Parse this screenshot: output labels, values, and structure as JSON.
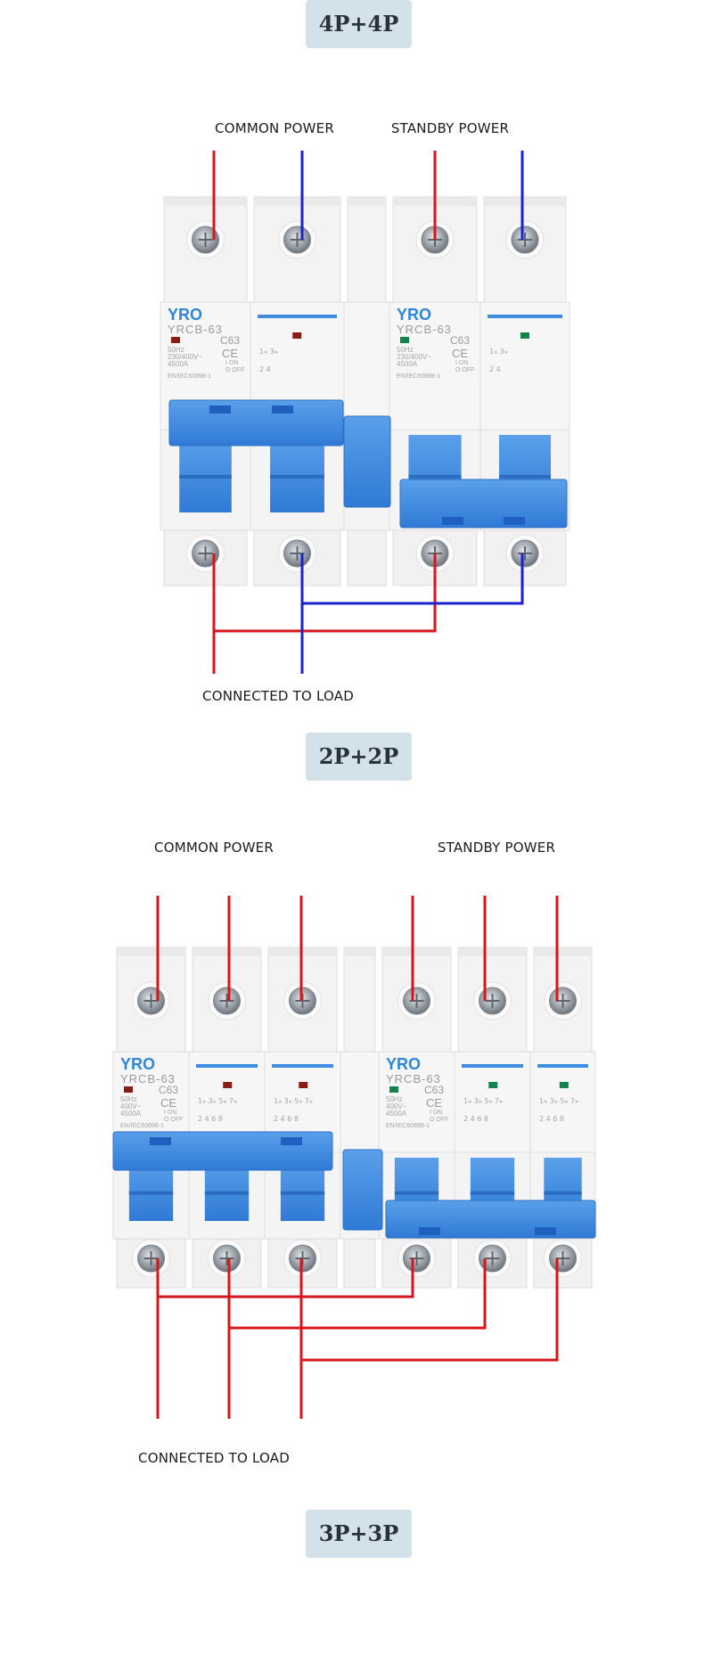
{
  "colors": {
    "live_wire": "#d7151c",
    "neutral_wire": "#1d22cf",
    "handle": "#3f8de0",
    "badge_bg": "#d3e1ea",
    "indicator_off": "#8a1c16",
    "indicator_on": "#12834a"
  },
  "sections": [
    {
      "top_badge": "4P+4P",
      "common_label": "COMMON POWER",
      "standby_label": "STANDBY POWER",
      "load_label": "CONNECTED TO LOAD",
      "breaker": {
        "brand": "YRO",
        "model": "YRCB-63",
        "rating": "C63",
        "freq": "50Hz",
        "voltage": "230/400V~",
        "breaking": "4500A",
        "on_mark": "I ON",
        "off_mark": "O OFF",
        "standard": "EN/IEC60898-1",
        "pole_terminals_top": "1⁎ 3⁎",
        "pole_terminals_bottom": "2  4"
      }
    },
    {
      "common_label": "COMMON POWER",
      "standby_label": "STANDBY POWER",
      "load_label": "CONNECTED TO LOAD",
      "breaker": {
        "brand": "YRO",
        "model": "YRCB-63",
        "rating": "C63",
        "freq": "50Hz",
        "voltage": "400V~",
        "breaking": "4500A",
        "on_mark": "I ON",
        "off_mark": "O OFF",
        "standard": "EN/IEC60898-1",
        "pole_terminals_top": "1⁎ 3⁎ 5⁎ 7⁎",
        "pole_terminals_bottom": "2  4  6  8"
      }
    }
  ],
  "middle_badge": "2P+2P",
  "bottom_badge": "3P+3P"
}
